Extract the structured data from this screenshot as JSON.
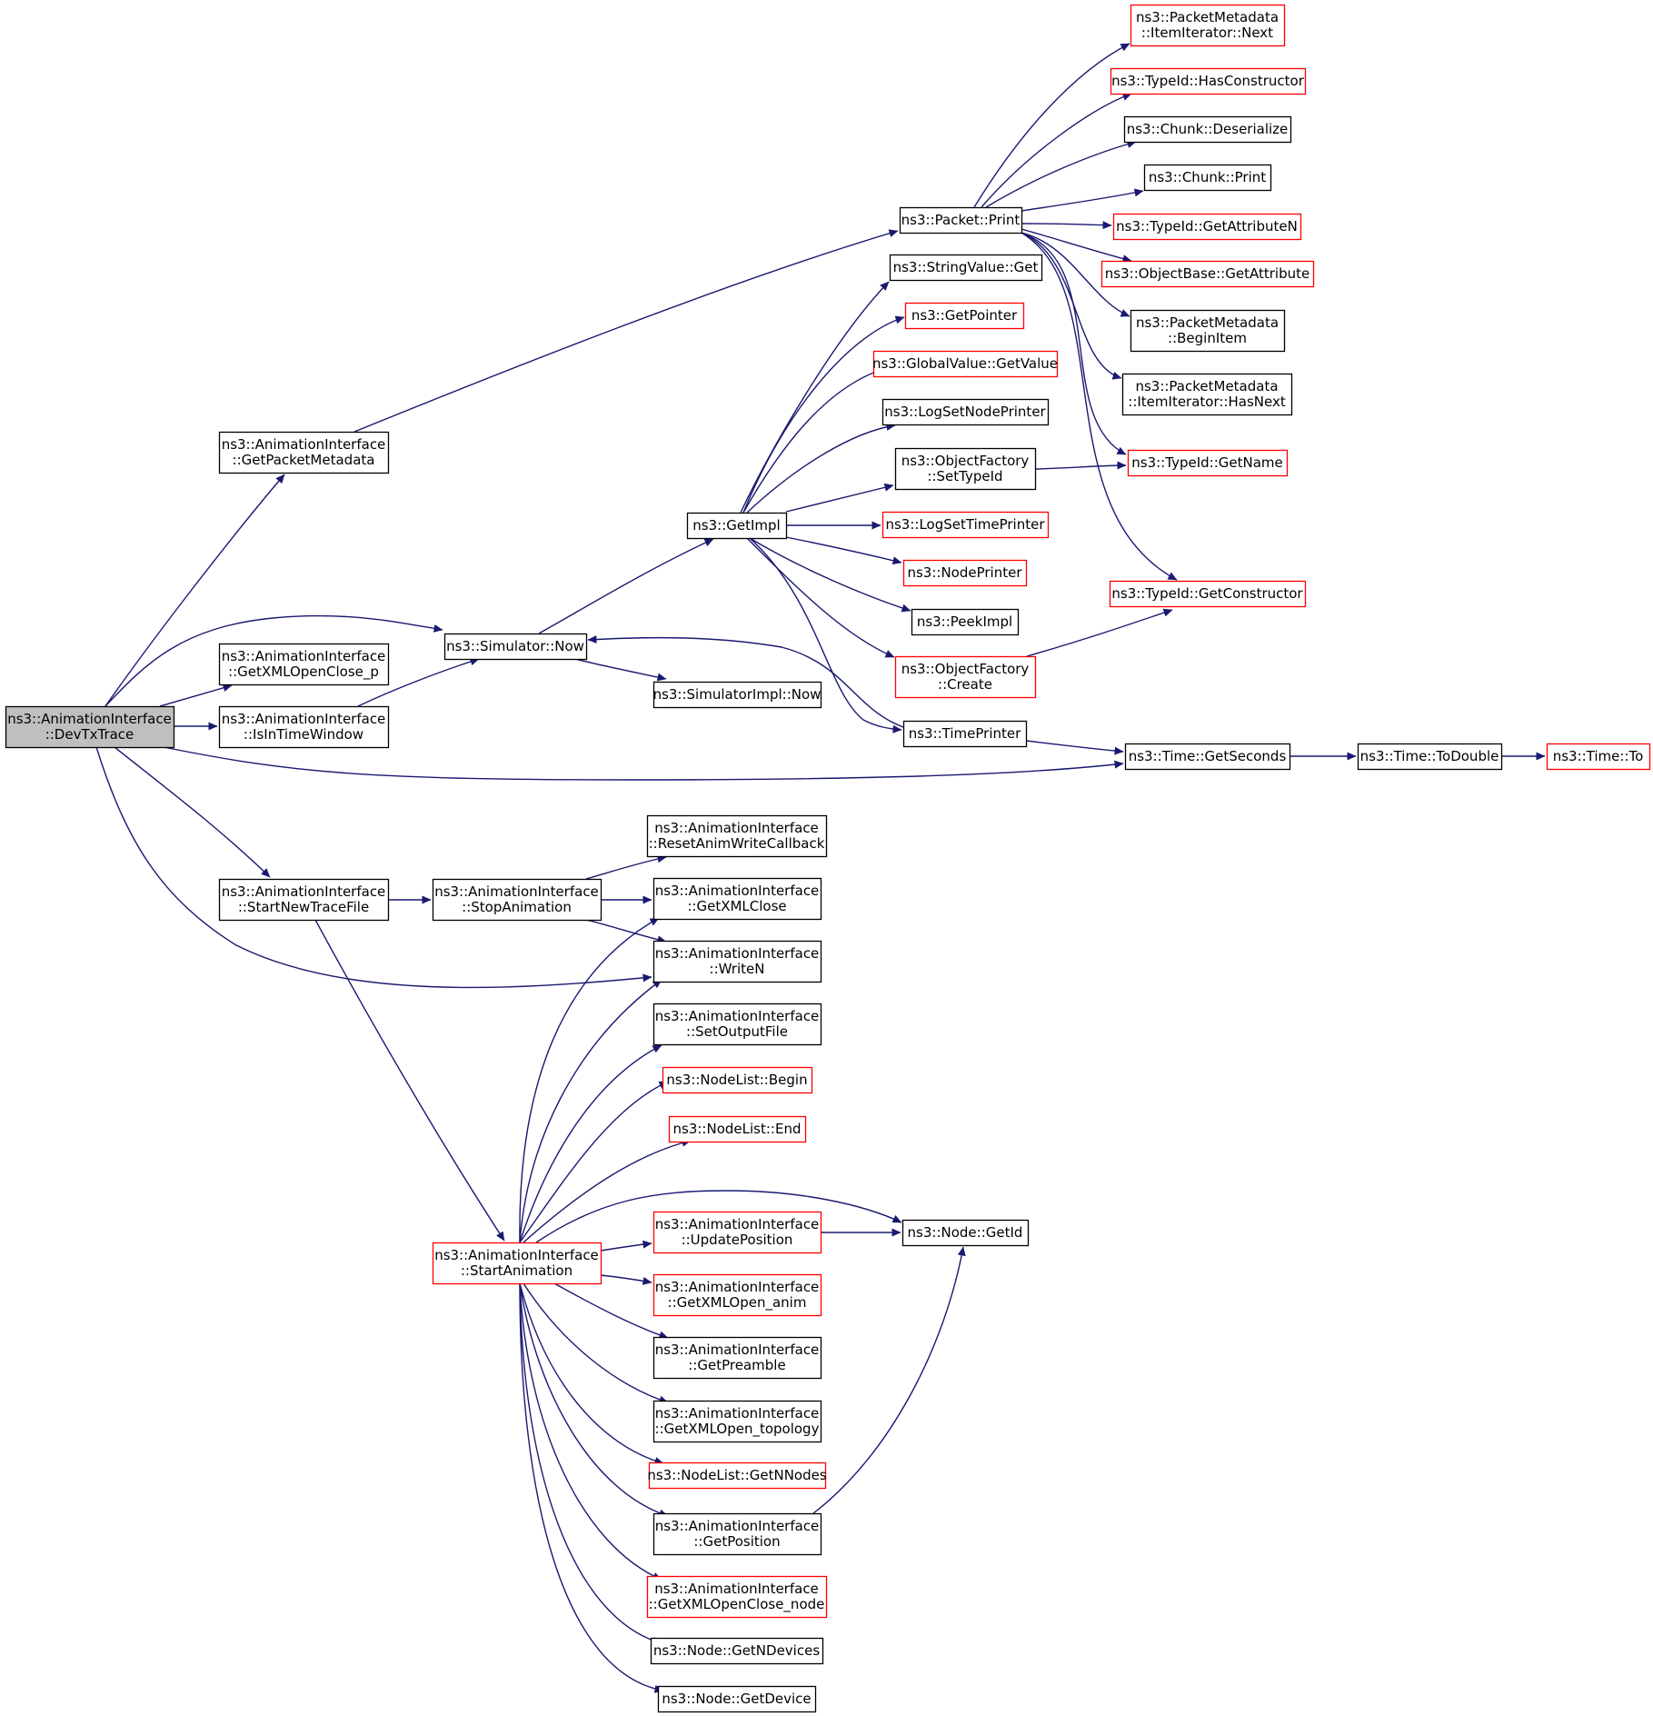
{
  "diagram": {
    "title": "",
    "colors": {
      "edge": "#191970",
      "border_normal": "#000000",
      "border_truncated": "#ff0000",
      "root_fill": "#bfbfbf",
      "node_fill": "#ffffff"
    },
    "nodes": [
      {
        "id": "devtx",
        "lines": [
          "ns3::AnimationInterface",
          "::DevTxTrace"
        ],
        "style": "root"
      },
      {
        "id": "getpktmeta",
        "lines": [
          "ns3::AnimationInterface",
          "::GetPacketMetadata"
        ],
        "style": "normal"
      },
      {
        "id": "simnow",
        "lines": [
          "ns3::Simulator::Now"
        ],
        "style": "normal"
      },
      {
        "id": "getxmlopenclosep",
        "lines": [
          "ns3::AnimationInterface",
          "::GetXMLOpenClose_p"
        ],
        "style": "normal"
      },
      {
        "id": "isintimewindow",
        "lines": [
          "ns3::AnimationInterface",
          "::IsInTimeWindow"
        ],
        "style": "normal"
      },
      {
        "id": "startnewtracefile",
        "lines": [
          "ns3::AnimationInterface",
          "::StartNewTraceFile"
        ],
        "style": "normal"
      },
      {
        "id": "stopanimation",
        "lines": [
          "ns3::AnimationInterface",
          "::StopAnimation"
        ],
        "style": "normal"
      },
      {
        "id": "startanimation",
        "lines": [
          "ns3::AnimationInterface",
          "::StartAnimation"
        ],
        "style": "truncated"
      },
      {
        "id": "getimpl",
        "lines": [
          "ns3::GetImpl"
        ],
        "style": "normal"
      },
      {
        "id": "simimplnow",
        "lines": [
          "ns3::SimulatorImpl::Now"
        ],
        "style": "normal"
      },
      {
        "id": "packetprint",
        "lines": [
          "ns3::Packet::Print"
        ],
        "style": "normal"
      },
      {
        "id": "stringvalueget",
        "lines": [
          "ns3::StringValue::Get"
        ],
        "style": "normal"
      },
      {
        "id": "getpointer",
        "lines": [
          "ns3::GetPointer"
        ],
        "style": "truncated"
      },
      {
        "id": "globalvalueget",
        "lines": [
          "ns3::GlobalValue::GetValue"
        ],
        "style": "truncated"
      },
      {
        "id": "logsetnodeprinter",
        "lines": [
          "ns3::LogSetNodePrinter"
        ],
        "style": "normal"
      },
      {
        "id": "objfactsettypeid",
        "lines": [
          "ns3::ObjectFactory",
          "::SetTypeId"
        ],
        "style": "normal"
      },
      {
        "id": "logsettimeprinter",
        "lines": [
          "ns3::LogSetTimePrinter"
        ],
        "style": "truncated"
      },
      {
        "id": "nodeprinter",
        "lines": [
          "ns3::NodePrinter"
        ],
        "style": "truncated"
      },
      {
        "id": "peekimpl",
        "lines": [
          "ns3::PeekImpl"
        ],
        "style": "normal"
      },
      {
        "id": "objfactcreate",
        "lines": [
          "ns3::ObjectFactory",
          "::Create"
        ],
        "style": "truncated"
      },
      {
        "id": "timeprinter",
        "lines": [
          "ns3::TimePrinter"
        ],
        "style": "normal"
      },
      {
        "id": "pmitemiternext",
        "lines": [
          "ns3::PacketMetadata",
          "::ItemIterator::Next"
        ],
        "style": "truncated"
      },
      {
        "id": "typeidhasctor",
        "lines": [
          "ns3::TypeId::HasConstructor"
        ],
        "style": "truncated"
      },
      {
        "id": "chunkdeser",
        "lines": [
          "ns3::Chunk::Deserialize"
        ],
        "style": "normal"
      },
      {
        "id": "chunkprint",
        "lines": [
          "ns3::Chunk::Print"
        ],
        "style": "normal"
      },
      {
        "id": "typeidgetattrn",
        "lines": [
          "ns3::TypeId::GetAttributeN"
        ],
        "style": "truncated"
      },
      {
        "id": "objbasegetattr",
        "lines": [
          "ns3::ObjectBase::GetAttribute"
        ],
        "style": "truncated"
      },
      {
        "id": "pmbeginitem",
        "lines": [
          "ns3::PacketMetadata",
          "::BeginItem"
        ],
        "style": "normal"
      },
      {
        "id": "pmitemiterhasnext",
        "lines": [
          "ns3::PacketMetadata",
          "::ItemIterator::HasNext"
        ],
        "style": "normal"
      },
      {
        "id": "typeidgetname",
        "lines": [
          "ns3::TypeId::GetName"
        ],
        "style": "truncated"
      },
      {
        "id": "typeidgetctor",
        "lines": [
          "ns3::TypeId::GetConstructor"
        ],
        "style": "truncated"
      },
      {
        "id": "timegetseconds",
        "lines": [
          "ns3::Time::GetSeconds"
        ],
        "style": "normal"
      },
      {
        "id": "timetodouble",
        "lines": [
          "ns3::Time::ToDouble"
        ],
        "style": "normal"
      },
      {
        "id": "timeto",
        "lines": [
          "ns3::Time::To"
        ],
        "style": "truncated"
      },
      {
        "id": "resetanimwritecb",
        "lines": [
          "ns3::AnimationInterface",
          "::ResetAnimWriteCallback"
        ],
        "style": "normal"
      },
      {
        "id": "getxmlclose",
        "lines": [
          "ns3::AnimationInterface",
          "::GetXMLClose"
        ],
        "style": "normal"
      },
      {
        "id": "writen",
        "lines": [
          "ns3::AnimationInterface",
          "::WriteN"
        ],
        "style": "normal"
      },
      {
        "id": "setoutputfile",
        "lines": [
          "ns3::AnimationInterface",
          "::SetOutputFile"
        ],
        "style": "normal"
      },
      {
        "id": "nodelistbegin",
        "lines": [
          "ns3::NodeList::Begin"
        ],
        "style": "truncated"
      },
      {
        "id": "nodelistend",
        "lines": [
          "ns3::NodeList::End"
        ],
        "style": "truncated"
      },
      {
        "id": "updateposition",
        "lines": [
          "ns3::AnimationInterface",
          "::UpdatePosition"
        ],
        "style": "truncated"
      },
      {
        "id": "nodegetid",
        "lines": [
          "ns3::Node::GetId"
        ],
        "style": "normal"
      },
      {
        "id": "getxmlopenanim",
        "lines": [
          "ns3::AnimationInterface",
          "::GetXMLOpen_anim"
        ],
        "style": "truncated"
      },
      {
        "id": "getpreamble",
        "lines": [
          "ns3::AnimationInterface",
          "::GetPreamble"
        ],
        "style": "normal"
      },
      {
        "id": "getxmlopentopo",
        "lines": [
          "ns3::AnimationInterface",
          "::GetXMLOpen_topology"
        ],
        "style": "normal"
      },
      {
        "id": "nodelistgetnnodes",
        "lines": [
          "ns3::NodeList::GetNNodes"
        ],
        "style": "truncated"
      },
      {
        "id": "getposition",
        "lines": [
          "ns3::AnimationInterface",
          "::GetPosition"
        ],
        "style": "normal"
      },
      {
        "id": "getxmlopenclosenode",
        "lines": [
          "ns3::AnimationInterface",
          "::GetXMLOpenClose_node"
        ],
        "style": "truncated"
      },
      {
        "id": "nodegetndevices",
        "lines": [
          "ns3::Node::GetNDevices"
        ],
        "style": "normal"
      },
      {
        "id": "nodegetdevice",
        "lines": [
          "ns3::Node::GetDevice"
        ],
        "style": "normal"
      }
    ],
    "edges": [
      {
        "from": "devtx",
        "to": "getpktmeta"
      },
      {
        "from": "devtx",
        "to": "simnow"
      },
      {
        "from": "devtx",
        "to": "getxmlopenclosep"
      },
      {
        "from": "devtx",
        "to": "isintimewindow"
      },
      {
        "from": "devtx",
        "to": "timegetseconds"
      },
      {
        "from": "devtx",
        "to": "startnewtracefile"
      },
      {
        "from": "devtx",
        "to": "writen"
      },
      {
        "from": "getpktmeta",
        "to": "packetprint"
      },
      {
        "from": "isintimewindow",
        "to": "simnow"
      },
      {
        "from": "simnow",
        "to": "getimpl"
      },
      {
        "from": "simnow",
        "to": "simimplnow"
      },
      {
        "from": "getimpl",
        "to": "stringvalueget"
      },
      {
        "from": "getimpl",
        "to": "getpointer"
      },
      {
        "from": "getimpl",
        "to": "globalvalueget"
      },
      {
        "from": "getimpl",
        "to": "logsetnodeprinter"
      },
      {
        "from": "getimpl",
        "to": "objfactsettypeid"
      },
      {
        "from": "getimpl",
        "to": "logsettimeprinter"
      },
      {
        "from": "getimpl",
        "to": "nodeprinter"
      },
      {
        "from": "getimpl",
        "to": "peekimpl"
      },
      {
        "from": "getimpl",
        "to": "objfactcreate"
      },
      {
        "from": "getimpl",
        "to": "timeprinter"
      },
      {
        "from": "timeprinter",
        "to": "simnow"
      },
      {
        "from": "timeprinter",
        "to": "timegetseconds"
      },
      {
        "from": "objfactsettypeid",
        "to": "typeidgetname"
      },
      {
        "from": "objfactcreate",
        "to": "typeidgetctor"
      },
      {
        "from": "packetprint",
        "to": "pmitemiternext"
      },
      {
        "from": "packetprint",
        "to": "typeidhasctor"
      },
      {
        "from": "packetprint",
        "to": "chunkdeser"
      },
      {
        "from": "packetprint",
        "to": "chunkprint"
      },
      {
        "from": "packetprint",
        "to": "typeidgetattrn"
      },
      {
        "from": "packetprint",
        "to": "objbasegetattr"
      },
      {
        "from": "packetprint",
        "to": "pmbeginitem"
      },
      {
        "from": "packetprint",
        "to": "pmitemiterhasnext"
      },
      {
        "from": "packetprint",
        "to": "typeidgetname"
      },
      {
        "from": "packetprint",
        "to": "typeidgetctor"
      },
      {
        "from": "timegetseconds",
        "to": "timetodouble"
      },
      {
        "from": "timetodouble",
        "to": "timeto"
      },
      {
        "from": "startnewtracefile",
        "to": "stopanimation"
      },
      {
        "from": "startnewtracefile",
        "to": "startanimation"
      },
      {
        "from": "stopanimation",
        "to": "resetanimwritecb"
      },
      {
        "from": "stopanimation",
        "to": "getxmlclose"
      },
      {
        "from": "stopanimation",
        "to": "writen"
      },
      {
        "from": "startanimation",
        "to": "getxmlclose"
      },
      {
        "from": "startanimation",
        "to": "writen"
      },
      {
        "from": "startanimation",
        "to": "setoutputfile"
      },
      {
        "from": "startanimation",
        "to": "nodelistbegin"
      },
      {
        "from": "startanimation",
        "to": "nodelistend"
      },
      {
        "from": "startanimation",
        "to": "nodegetid"
      },
      {
        "from": "startanimation",
        "to": "updateposition"
      },
      {
        "from": "startanimation",
        "to": "getxmlopenanim"
      },
      {
        "from": "startanimation",
        "to": "getpreamble"
      },
      {
        "from": "startanimation",
        "to": "getxmlopentopo"
      },
      {
        "from": "startanimation",
        "to": "nodelistgetnnodes"
      },
      {
        "from": "startanimation",
        "to": "getposition"
      },
      {
        "from": "startanimation",
        "to": "getxmlopenclosenode"
      },
      {
        "from": "startanimation",
        "to": "nodegetndevices"
      },
      {
        "from": "startanimation",
        "to": "nodegetdevice"
      },
      {
        "from": "updateposition",
        "to": "nodegetid"
      },
      {
        "from": "getposition",
        "to": "nodegetid"
      }
    ]
  }
}
